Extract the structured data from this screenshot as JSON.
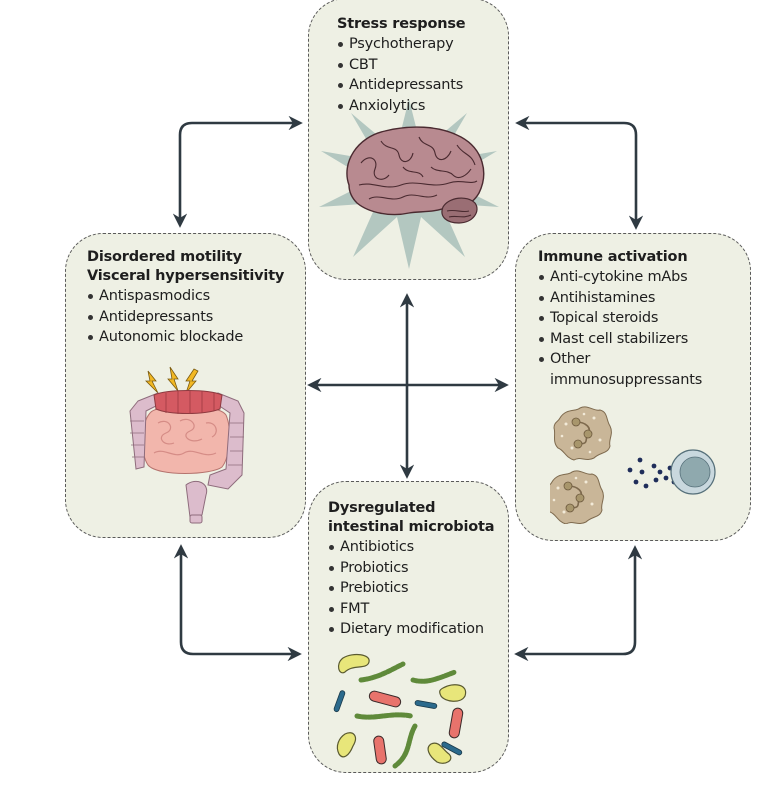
{
  "diagram": {
    "nodes": {
      "stress": {
        "title": "Stress response",
        "items": [
          "Psychotherapy",
          "CBT",
          "Antidepressants",
          "Anxiolytics"
        ],
        "illustration": "brain-icon"
      },
      "motility": {
        "title_line1": "Disordered motility",
        "title_line2": "Visceral hypersensitivity",
        "items": [
          "Antispasmodics",
          "Antidepressants",
          "Autonomic blockade"
        ],
        "illustration": "intestine-icon"
      },
      "immune": {
        "title": "Immune activation",
        "items": [
          "Anti-cytokine mAbs",
          "Antihistamines",
          "Topical steroids",
          "Mast cell stabilizers",
          "Other",
          "immunosuppressants"
        ],
        "illustration": "immune-cells-icon"
      },
      "microbiota": {
        "title_line1": "Dysregulated",
        "title_line2": "intestinal microbiota",
        "items": [
          "Antibiotics",
          "Probiotics",
          "Prebiotics",
          "FMT",
          "Dietary modification"
        ],
        "illustration": "bacteria-icon"
      }
    },
    "connections": [
      {
        "from": "stress",
        "to": "motility",
        "type": "bidirectional"
      },
      {
        "from": "stress",
        "to": "immune",
        "type": "bidirectional"
      },
      {
        "from": "motility",
        "to": "microbiota",
        "type": "bidirectional"
      },
      {
        "from": "immune",
        "to": "microbiota",
        "type": "bidirectional"
      },
      {
        "from": "stress",
        "to": "microbiota",
        "type": "bidirectional"
      },
      {
        "from": "motility",
        "to": "immune",
        "type": "bidirectional"
      }
    ],
    "colors": {
      "box_fill": "#eef0e4",
      "arrow": "#2f3a42",
      "brain": "#b88a90",
      "starburst": "#b3c7c0",
      "colon_inflamed": "#d45a62",
      "lightning": "#f2b824"
    }
  }
}
